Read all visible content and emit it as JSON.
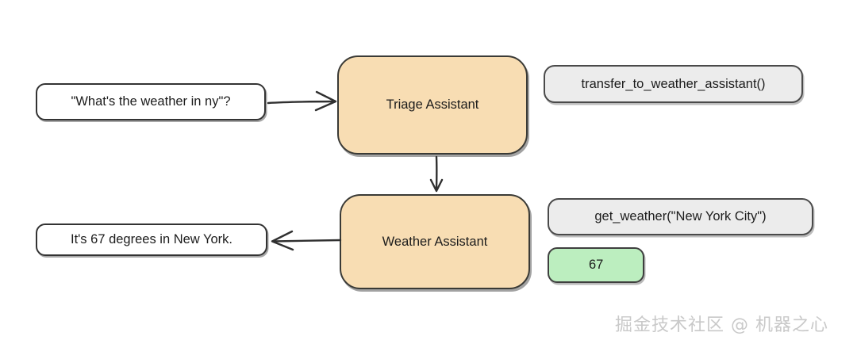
{
  "diagram": {
    "title": "agent-handoff-flow",
    "colors": {
      "agent_fill": "#F8DDB3",
      "function_fill": "#ECECEC",
      "result_fill": "#BCEEBF",
      "bubble_fill": "#FFFFFF",
      "stroke": "#333333",
      "text": "#1C1C1C",
      "watermark": "#C9C9C9"
    },
    "nodes": {
      "user_query": "\"What's the weather in ny\"?",
      "triage_agent": "Triage Assistant",
      "transfer_call": "transfer_to_weather_assistant()",
      "weather_agent": "Weather Assistant",
      "weather_call": "get_weather(\"New York City\")",
      "tool_result": "67",
      "assistant_reply": "It's 67 degrees in New York."
    },
    "edges": [
      {
        "name": "query-to-triage",
        "direction": "right"
      },
      {
        "name": "triage-to-weather",
        "direction": "down"
      },
      {
        "name": "weather-to-reply",
        "direction": "left"
      }
    ],
    "watermark": "掘金技术社区 @ 机器之心"
  }
}
